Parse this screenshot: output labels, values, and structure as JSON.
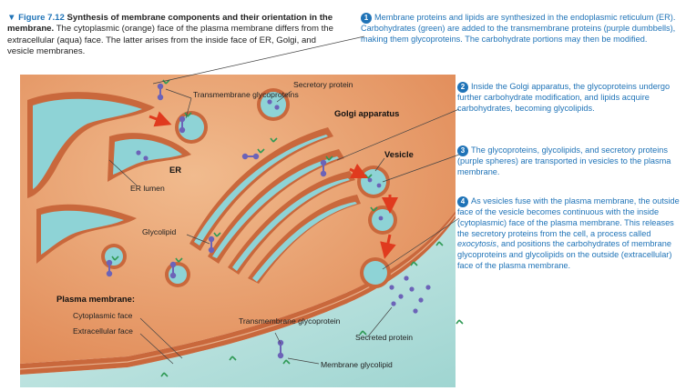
{
  "caption": {
    "figure_label": "▼ Figure 7.12",
    "title": "Synthesis of membrane components and their orientation in the membrane.",
    "body": "The cytoplasmic (orange) face of the plasma membrane differs from the extracellular (aqua) face. The latter arises from the inside face of ER, Golgi, and vesicle membranes."
  },
  "steps": [
    {
      "num": "1",
      "text": "Membrane proteins and lipids are synthesized in the endoplasmic reticulum (ER). Carbohydrates (green) are added to the transmembrane proteins (purple dumbbells), making them glycoproteins. The carbohydrate portions may then be modified."
    },
    {
      "num": "2",
      "text": "Inside the Golgi apparatus, the glycoproteins undergo further carbohydrate modification, and lipids acquire carbohydrates, becoming glycolipids."
    },
    {
      "num": "3",
      "text": "The glycoproteins, glycolipids, and secretory proteins (purple spheres) are transported in vesicles to the plasma membrane."
    },
    {
      "num": "4",
      "text_before": "As vesicles fuse with the plasma membrane, the outside face of the vesicle becomes continuous with the inside (cytoplasmic) face of the plasma membrane. This releases the secretory proteins from the cell, a process called ",
      "text_em": "exocytosis",
      "text_after": ", and positions the carbohydrates of membrane glycoproteins and glycolipids on the outside (extracellular) face of the plasma membrane."
    }
  ],
  "labels": {
    "transmembrane_glycoproteins": "Transmembrane glycoproteins",
    "secretory_protein": "Secretory protein",
    "golgi_apparatus": "Golgi apparatus",
    "vesicle": "Vesicle",
    "er": "ER",
    "er_lumen": "ER lumen",
    "glycolipid": "Glycolipid",
    "plasma_membrane": "Plasma membrane:",
    "cytoplasmic_face": "Cytoplasmic face",
    "extracellular_face": "Extracellular face",
    "transmembrane_glycoprotein": "Transmembrane glycoprotein",
    "secreted_protein": "Secreted protein",
    "membrane_glycolipid": "Membrane glycolipid"
  },
  "colors": {
    "cytoplasm": "#e9a273",
    "membrane": "#c9683c",
    "lumen": "#8ed3d6",
    "extracellular": "#b9e2df",
    "carbohydrate": "#2f9a55",
    "protein": "#6c63b8",
    "arrow": "#e03a1e",
    "accent": "#1f73b7"
  }
}
